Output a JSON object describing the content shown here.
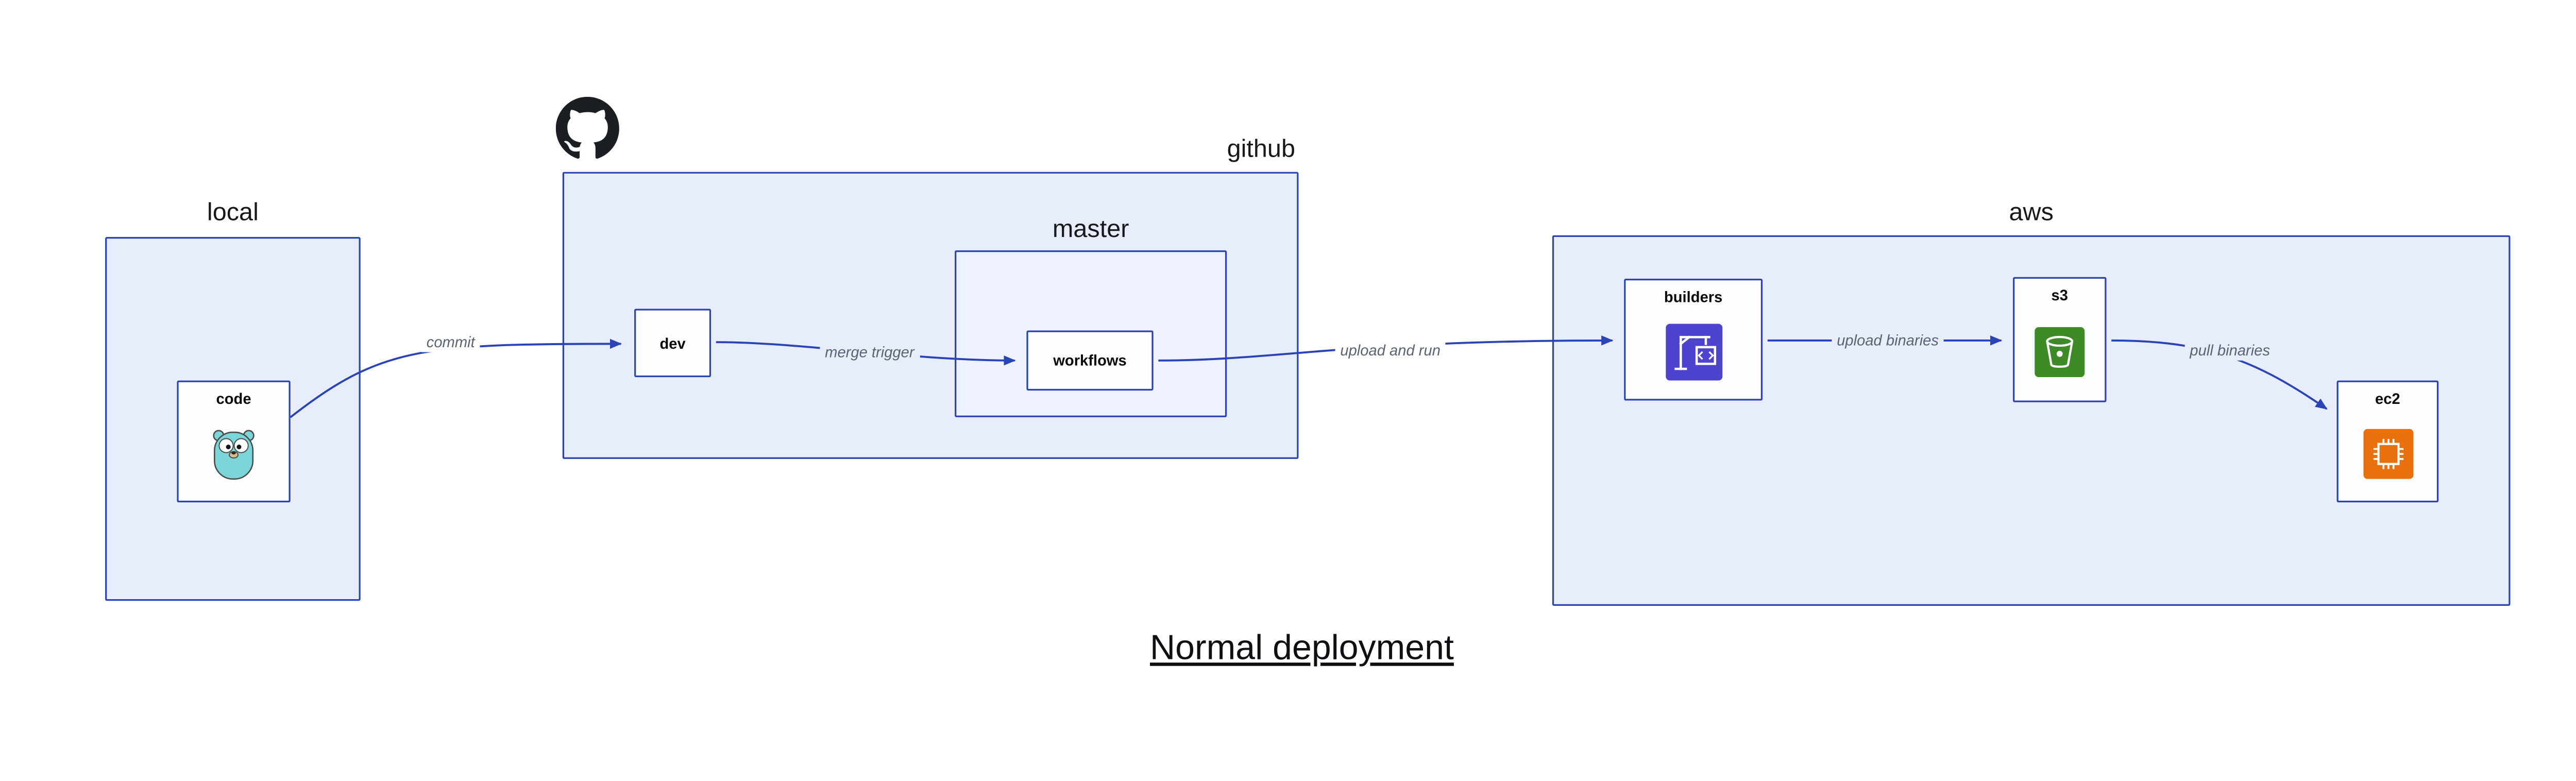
{
  "diagram": {
    "title": "Normal deployment",
    "groups": {
      "local": {
        "label": "local"
      },
      "github": {
        "label": "github"
      },
      "master": {
        "label": "master"
      },
      "aws": {
        "label": "aws"
      }
    },
    "nodes": {
      "code": {
        "label": "code",
        "icon": "gopher-icon"
      },
      "dev": {
        "label": "dev"
      },
      "workflows": {
        "label": "workflows"
      },
      "builders": {
        "label": "builders",
        "icon": "codebuild-crane-icon"
      },
      "s3": {
        "label": "s3",
        "icon": "s3-bucket-icon"
      },
      "ec2": {
        "label": "ec2",
        "icon": "ec2-chip-icon"
      }
    },
    "edges": [
      {
        "from": "code",
        "to": "dev",
        "label": "commit"
      },
      {
        "from": "dev",
        "to": "workflows",
        "label": "merge trigger"
      },
      {
        "from": "workflows",
        "to": "builders",
        "label": "upload and run"
      },
      {
        "from": "builders",
        "to": "s3",
        "label": "upload binaries"
      },
      {
        "from": "s3",
        "to": "ec2",
        "label": "pull binaries"
      }
    ],
    "colors": {
      "group_fill": "#e7edfb",
      "inner_group_fill": "#edf2fd",
      "node_fill": "#fcfdff",
      "border_blue": "#2a44b8",
      "edge_label_gray": "#5a6372",
      "github_black": "#1b1f23",
      "gopher_teal": "#7ad6d8",
      "codebuild_purple": "#4d43cf",
      "s3_green": "#3e8a27",
      "ec2_orange": "#e8710d"
    }
  }
}
